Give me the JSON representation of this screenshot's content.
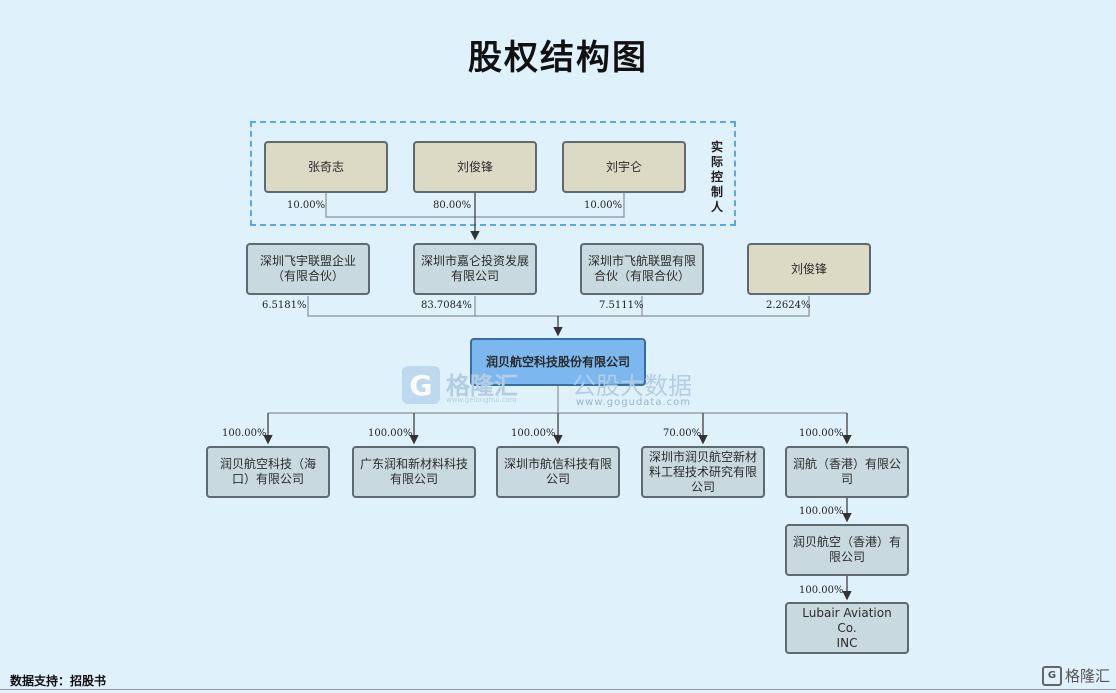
{
  "title": "股权结构图",
  "controllers_label": "实\n际\n控\n制\n人",
  "controllers": [
    {
      "name": "张奇志",
      "pct": "10.00%"
    },
    {
      "name": "刘俊锋",
      "pct": "80.00%"
    },
    {
      "name": "刘宇仑",
      "pct": "10.00%"
    }
  ],
  "shareholders": [
    {
      "name": "深圳飞宇联盟企业\n（有限合伙）",
      "pct": "6.5181%"
    },
    {
      "name": "深圳市嘉仑投资发展\n有限公司",
      "pct": "83.7084%"
    },
    {
      "name": "深圳市飞航联盟有限\n合伙（有限合伙）",
      "pct": "7.5111%"
    },
    {
      "name": "刘俊锋",
      "pct": "2.2624%"
    }
  ],
  "company": "润贝航空科技股份有限公司",
  "subsidiaries": [
    {
      "name": "润贝航空科技（海\n口）有限公司",
      "pct": "100.00%"
    },
    {
      "name": "广东润和新材料科技\n有限公司",
      "pct": "100.00%"
    },
    {
      "name": "深圳市航信科技有限\n公司",
      "pct": "100.00%"
    },
    {
      "name": "深圳市润贝航空新材\n料工程技术研究有限\n公司",
      "pct": "70.00%"
    },
    {
      "name": "润航（香港）有限公\n司",
      "pct": "100.00%"
    }
  ],
  "chain": [
    {
      "name": "润贝航空（香港）有\n限公司",
      "pct": "100.00%"
    },
    {
      "name": "Lubair Aviation Co.\nINC",
      "pct": "100.00%"
    }
  ],
  "watermark": {
    "logo_char": "G",
    "brand": "格隆汇",
    "brand_url": "www.gelonghui.com",
    "sub": "公股大数据",
    "sub_url": "www.gogudata.com"
  },
  "footer": "数据支持：招股书",
  "corner_brand": "格隆汇",
  "colors": {
    "person": "#dcd9c4",
    "corp": "#c9d9e0",
    "main": "#7cb8ef",
    "frame": "#5aa8e8",
    "background": "#dff1fb"
  }
}
